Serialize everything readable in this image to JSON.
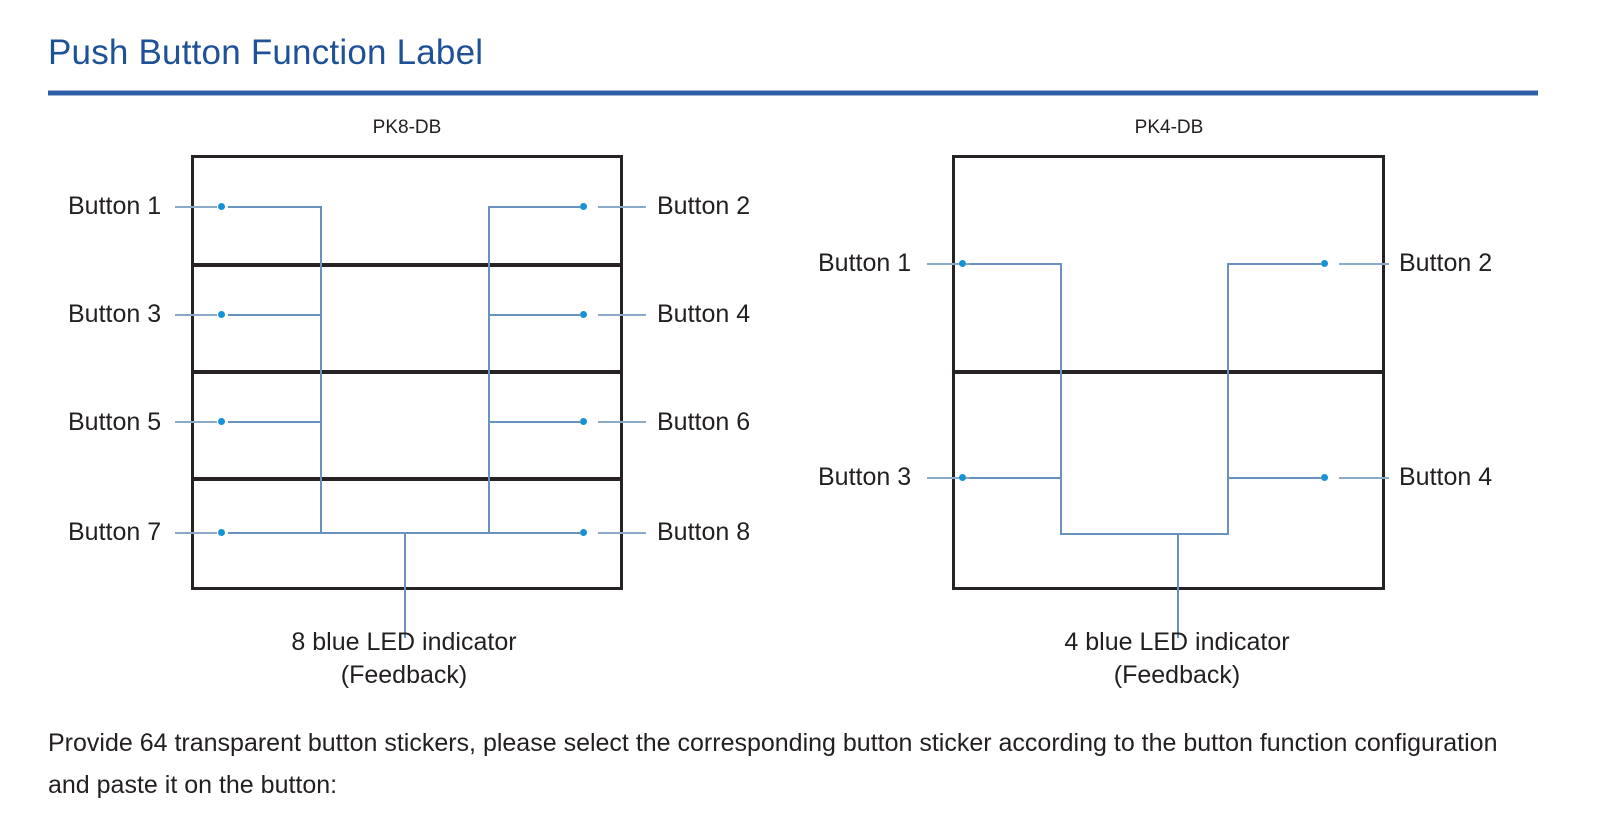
{
  "header": {
    "title": "Push Button Function Label",
    "title_color": "#1f5196",
    "rule_color": "#2d5ea8"
  },
  "colors": {
    "led_blue": "#1593d8",
    "wire_blue": "#6a92bf",
    "leader_blue": "#4b7bb0",
    "panel_black": "#272323"
  },
  "diagrams": [
    {
      "id": "pk8",
      "model": "PK8-DB",
      "rows": 4,
      "led_count": 8,
      "left_labels": [
        "Button 1",
        "Button 3",
        "Button 5",
        "Button 7"
      ],
      "right_labels": [
        "Button 2",
        "Button 4",
        "Button 6",
        "Button 8"
      ],
      "feedback_line1": "8 blue LED indicator",
      "feedback_line2": "(Feedback)"
    },
    {
      "id": "pk4",
      "model": "PK4-DB",
      "rows": 2,
      "led_count": 4,
      "left_labels": [
        "Button 1",
        "Button 3"
      ],
      "right_labels": [
        "Button 2",
        "Button 4"
      ],
      "feedback_line1": "4 blue LED indicator",
      "feedback_line2": "(Feedback)"
    }
  ],
  "footer": {
    "note": "Provide 64 transparent button stickers, please select the corresponding button sticker according to the button function configuration and paste it on the button:"
  }
}
